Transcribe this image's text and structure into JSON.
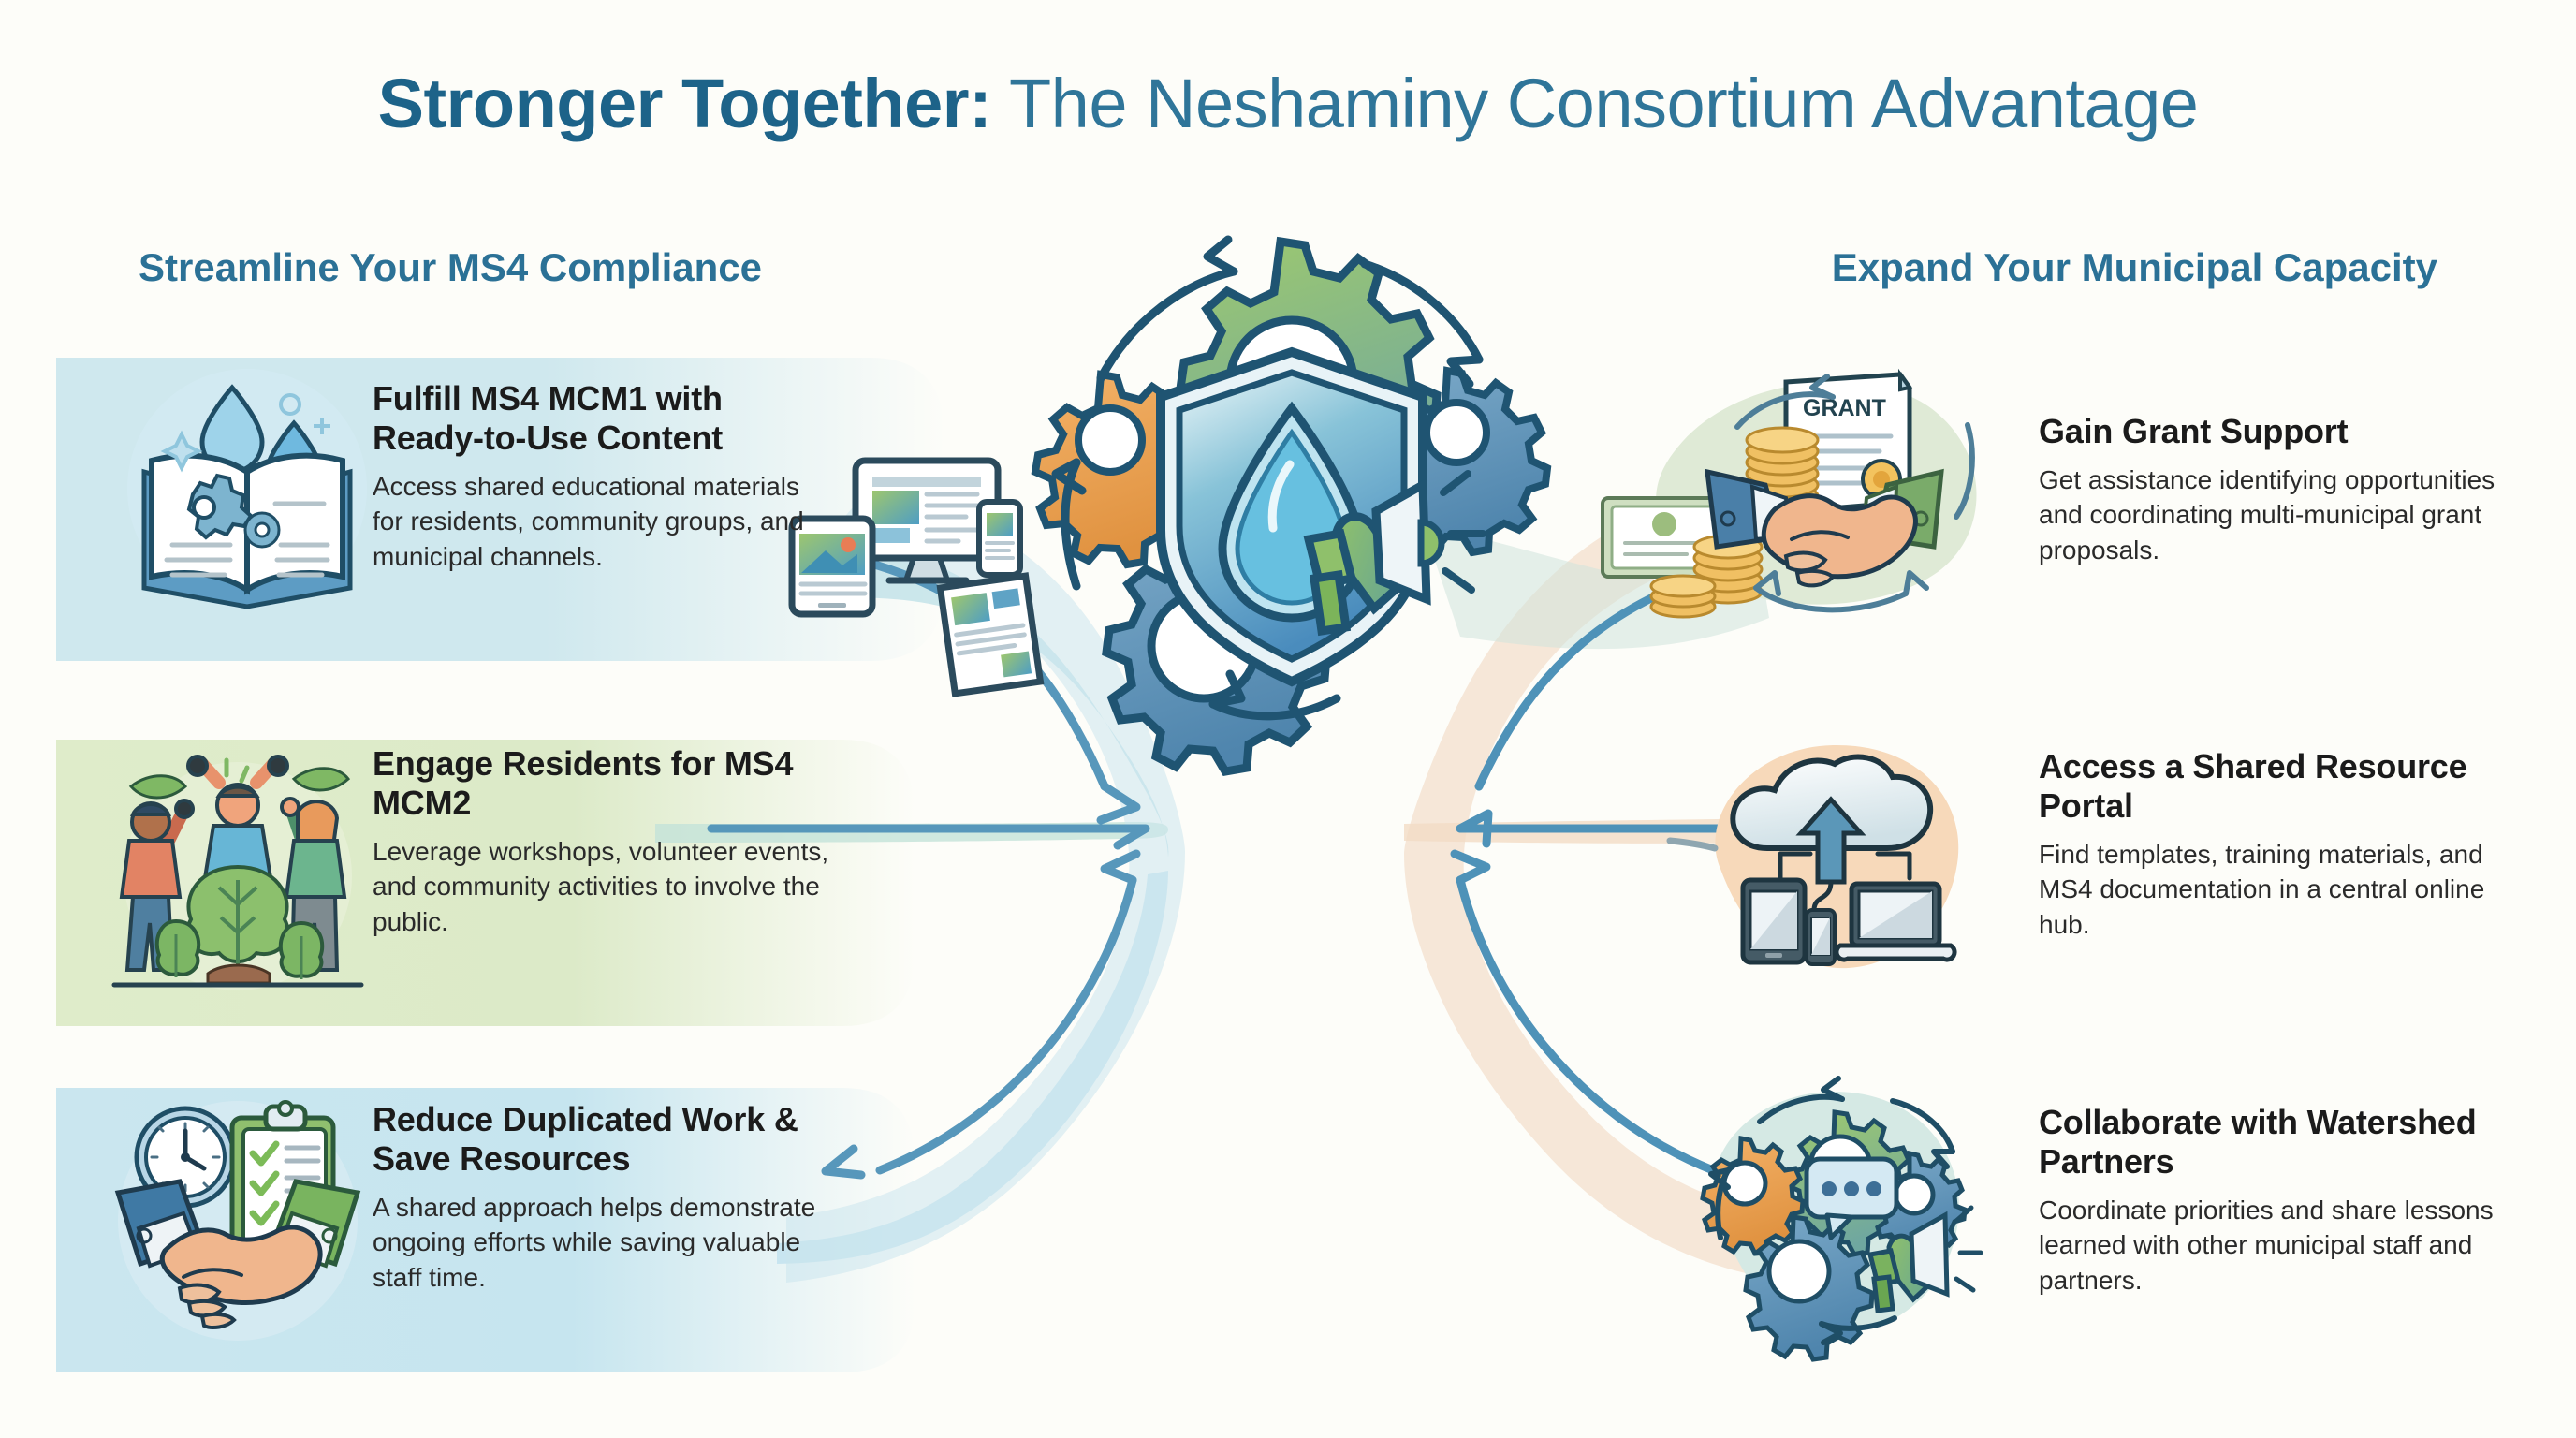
{
  "poster": {
    "title_strong": "Stronger Together:",
    "title_light": " The Neshaminy Consortium Advantage",
    "background_color": "#fdfdf9",
    "accent_color": "#2b7196"
  },
  "columns": {
    "left": {
      "heading": "Streamline Your MS4 Compliance",
      "features": [
        {
          "title": "Fulfill MS4 MCM1 with Ready-to-Use Content",
          "body": "Access shared educational materials for residents, community groups, and municipal channels.",
          "icon": "open-book-water-drops-icon",
          "panel_color": "#cfe8ee"
        },
        {
          "title": "Engage Residents for MS4 MCM2",
          "body": "Leverage workshops, volunteer events, and community activities to involve the public.",
          "icon": "community-people-trees-icon",
          "panel_color": "#dde9c7"
        },
        {
          "title": "Reduce Duplicated Work & Save Resources",
          "body": "A shared approach helps demonstrate ongoing efforts while saving valuable staff time.",
          "icon": "handshake-clock-checklist-icon",
          "panel_color": "#c9e6ee"
        }
      ]
    },
    "right": {
      "heading": "Expand Your Municipal Capacity",
      "features": [
        {
          "title": "Gain Grant Support",
          "body": "Get assistance identifying opportunities and coordinating multi-municipal grant proposals.",
          "icon": "grant-handshake-coins-icon",
          "panel_color": "#d8e8d4"
        },
        {
          "title": "Access a Shared Resource Portal",
          "body": "Find templates, training materials, and MS4 documentation in a central online hub.",
          "icon": "cloud-devices-icon",
          "panel_color": "#f7dcc1"
        },
        {
          "title": "Collaborate with Watershed Partners",
          "body": "Coordinate priorities and share lessons learned with other municipal staff and partners.",
          "icon": "gears-speech-megaphone-icon",
          "panel_color": "#d6e9e6"
        }
      ]
    }
  },
  "center_graphic": {
    "name": "shield-water-drop-gears-megaphone-icon",
    "document_label": "GRANT",
    "colors": {
      "gear_green": "#8cbf63",
      "gear_orange": "#eda04a",
      "gear_blue": "#5f8fb5",
      "shield_blue": "#5aa7cf",
      "outline": "#1f5472"
    }
  }
}
